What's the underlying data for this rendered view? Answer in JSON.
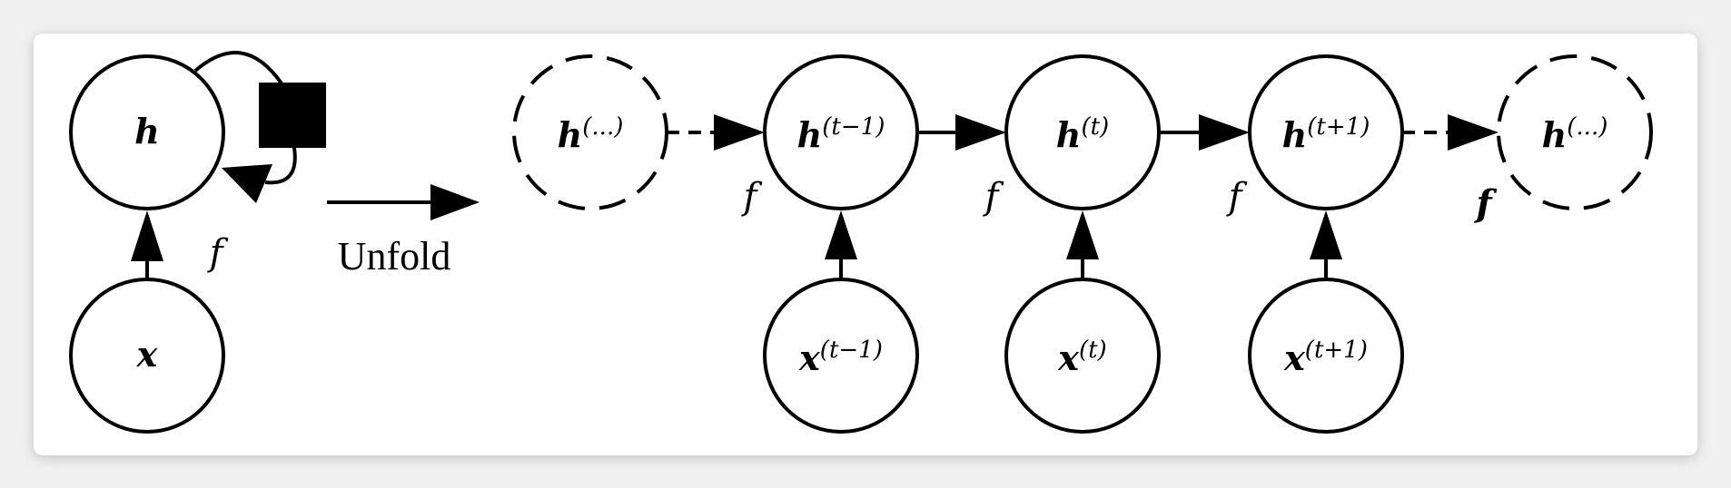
{
  "folded": {
    "hidden_label": "h",
    "input_label": "x",
    "function_label": "f"
  },
  "unfold_label": "Unfold",
  "unfolded": {
    "hidden_nodes": [
      {
        "base": "h",
        "sup": "(...)",
        "style": "dashed"
      },
      {
        "base": "h",
        "sup": "(t−1)",
        "style": "solid"
      },
      {
        "base": "h",
        "sup": "(t)",
        "style": "solid"
      },
      {
        "base": "h",
        "sup": "(t+1)",
        "style": "solid"
      },
      {
        "base": "h",
        "sup": "(...)",
        "style": "dashed"
      }
    ],
    "input_nodes": [
      {
        "base": "x",
        "sup": "(t−1)"
      },
      {
        "base": "x",
        "sup": "(t)"
      },
      {
        "base": "x",
        "sup": "(t+1)"
      }
    ],
    "function_labels": [
      "f",
      "f",
      "f",
      "f"
    ]
  }
}
